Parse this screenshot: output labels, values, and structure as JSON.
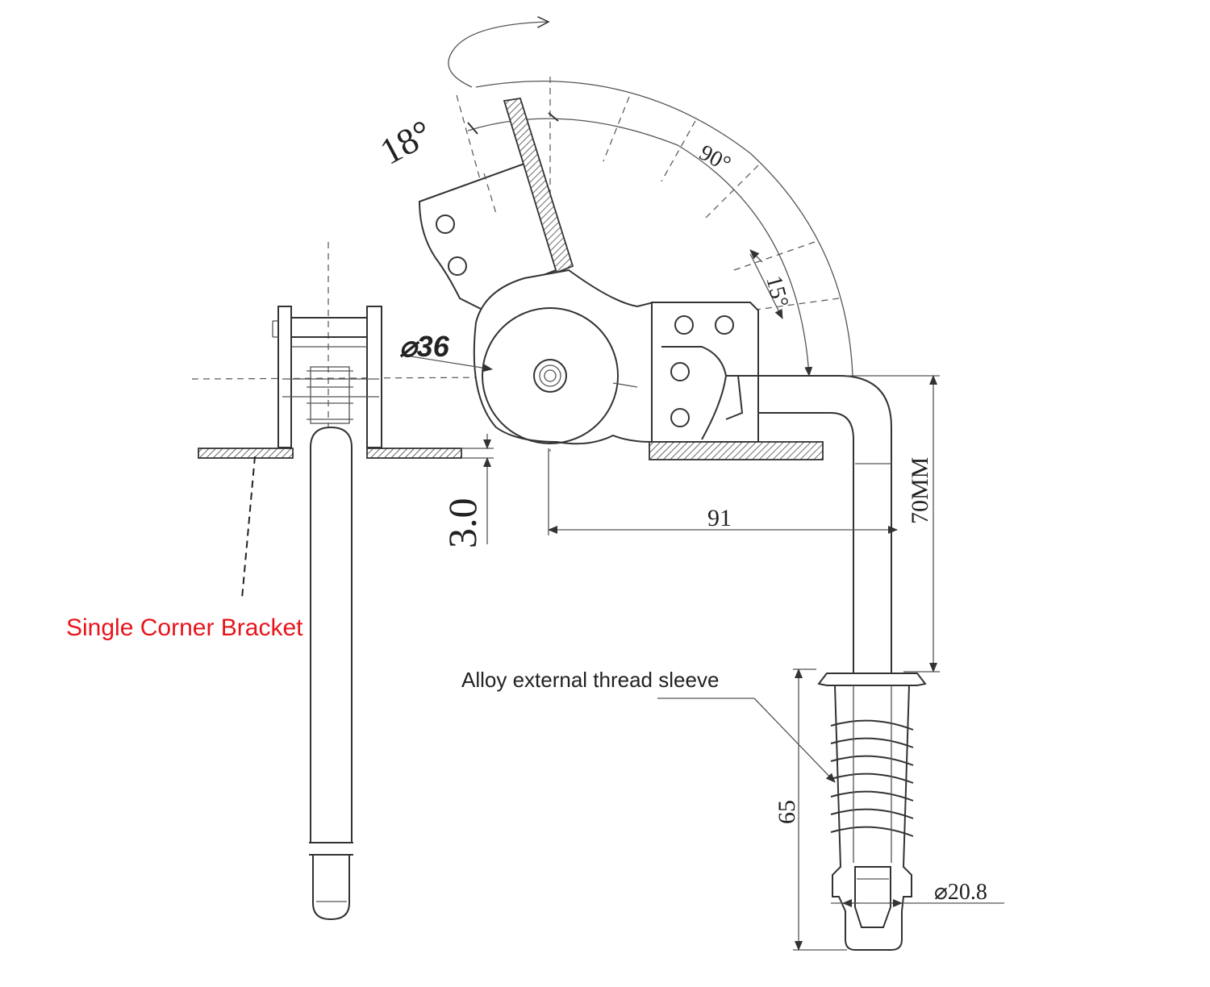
{
  "labels": {
    "angle_18": "18°",
    "angle_90": "90°",
    "angle_15": "15°",
    "diameter_36": "⌀36",
    "thickness_3": "3.0",
    "length_91": "91",
    "height_70": "70MM",
    "length_65": "65",
    "diameter_20_8": "⌀20.8",
    "single_corner_bracket": "Single Corner Bracket",
    "alloy_sleeve": "Alloy external thread sleeve"
  },
  "colors": {
    "line": "#333333",
    "callout_red": "#e8141b"
  }
}
